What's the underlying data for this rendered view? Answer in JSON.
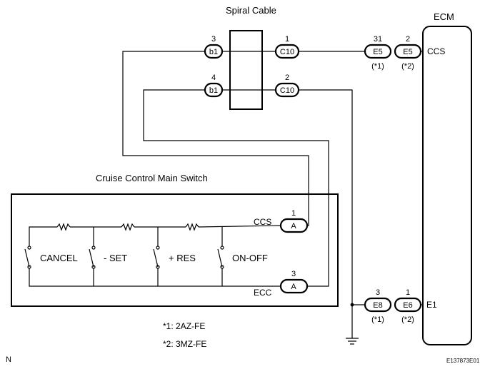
{
  "title_spiral": "Spiral Cable",
  "title_ecm": "ECM",
  "title_switch": "Cruise Control Main Switch",
  "connectors": {
    "b1_top": {
      "code": "b1",
      "pin": "3"
    },
    "b1_bottom": {
      "code": "b1",
      "pin": "4"
    },
    "c10_top": {
      "code": "C10",
      "pin": "1"
    },
    "c10_bottom": {
      "code": "C10",
      "pin": "2"
    },
    "e5_a": {
      "code": "E5",
      "pin": "31",
      "note": "(*1)"
    },
    "e5_b": {
      "code": "E5",
      "pin": "2",
      "note": "(*2)"
    },
    "e8": {
      "code": "E8",
      "pin": "3",
      "note": "(*1)"
    },
    "e6": {
      "code": "E6",
      "pin": "1",
      "note": "(*2)"
    },
    "a_ccs": {
      "code": "A",
      "pin": "1"
    },
    "a_ecc": {
      "code": "A",
      "pin": "3"
    }
  },
  "ecm_terminals": {
    "ccs": "CCS",
    "e1": "E1"
  },
  "switch_terminals": {
    "ccs": "CCS",
    "ecc": "ECC"
  },
  "switches": [
    "CANCEL",
    "- SET",
    "+ RES",
    "ON-OFF"
  ],
  "notes": [
    "*1: 2AZ-FE",
    "*2: 3MZ-FE"
  ],
  "corner_left": "N",
  "corner_right": "E137873E01"
}
